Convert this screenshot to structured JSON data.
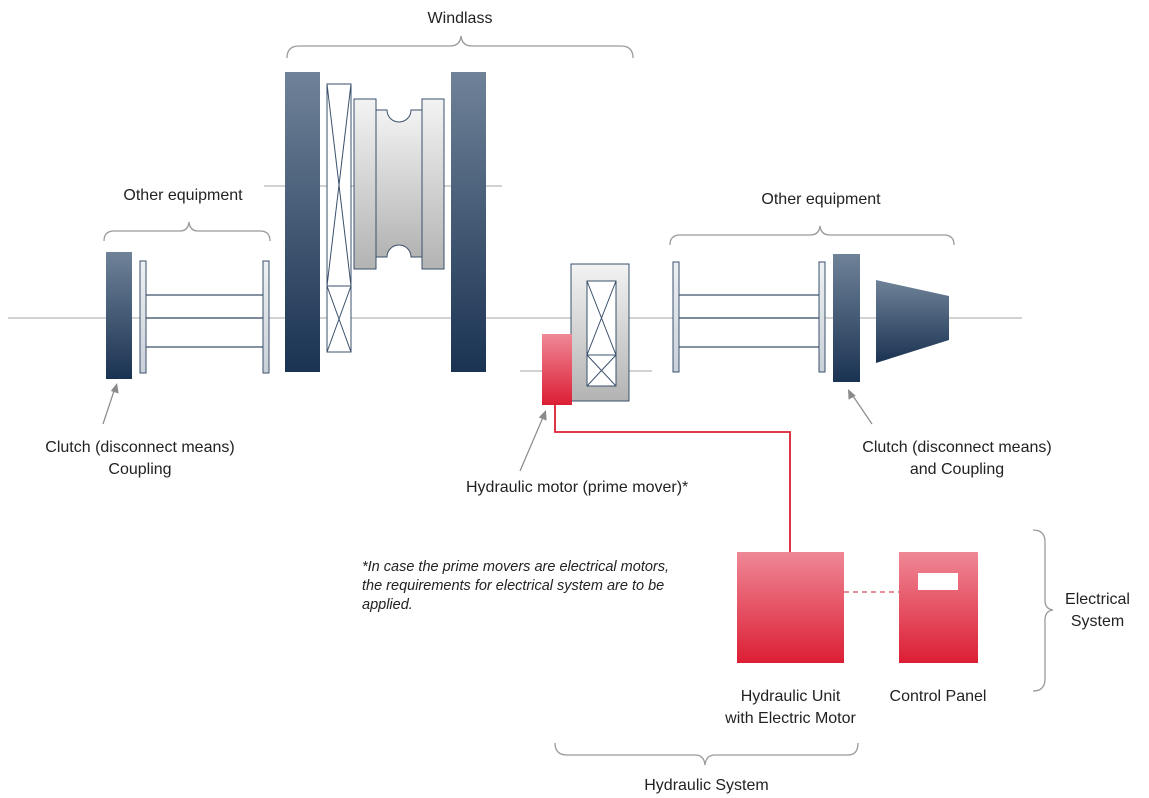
{
  "labels": {
    "windlass": "Windlass",
    "other_equipment_left": "Other equipment",
    "other_equipment_right": "Other equipment",
    "clutch_left_line1": "Clutch (disconnect means)",
    "clutch_left_line2": "Coupling",
    "clutch_right_line1": "Clutch (disconnect means)",
    "clutch_right_line2": "and Coupling",
    "hydraulic_motor": "Hydraulic motor (prime mover)*",
    "note": "*In case the prime movers are electrical motors, the requirements for electrical system are to be applied.",
    "hydraulic_unit_line1": "Hydraulic Unit",
    "hydraulic_unit_line2": "with Electric Motor",
    "control_panel": "Control Panel",
    "electrical_system_line1": "Electrical",
    "electrical_system_line2": "System",
    "hydraulic_system": "Hydraulic System"
  },
  "colors": {
    "navy_top": "#6f8298",
    "navy_bottom": "#1a3352",
    "red_top": "#ef8896",
    "red_bottom": "#dc1e34",
    "grey_light": "#eeeeee",
    "grey_dark": "#b5b5b5",
    "outline": "#3a506b",
    "line": "#aaaaaa"
  }
}
